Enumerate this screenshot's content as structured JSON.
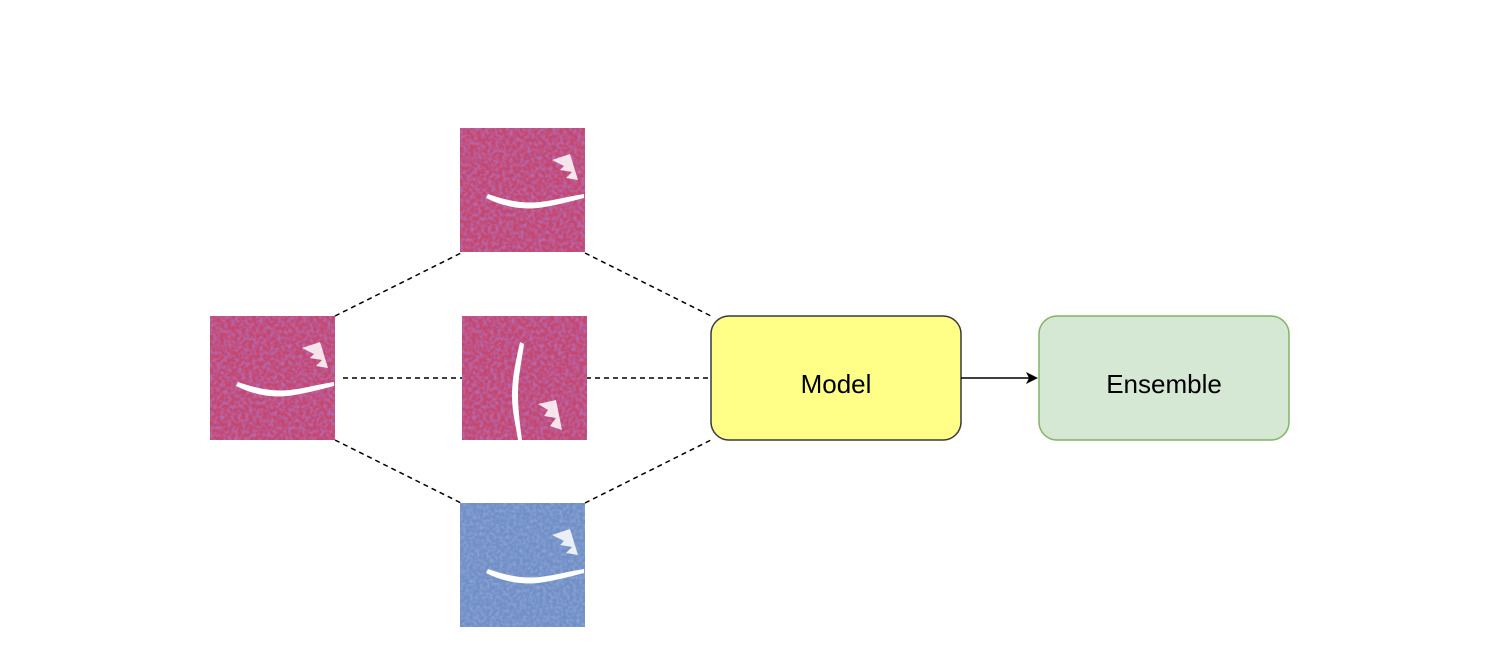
{
  "nodes": {
    "model": {
      "label": "Model",
      "fill": "#ffff88",
      "stroke": "#36393d"
    },
    "ensemble": {
      "label": "Ensemble",
      "fill": "#d5e8d4",
      "stroke": "#82b366"
    }
  },
  "tiles": [
    {
      "id": "original",
      "variant": "original",
      "stain": "red"
    },
    {
      "id": "augment-top",
      "variant": "duplicate",
      "stain": "red"
    },
    {
      "id": "augment-middle",
      "variant": "rotated",
      "stain": "red"
    },
    {
      "id": "augment-bottom",
      "variant": "recolored",
      "stain": "blue"
    }
  ],
  "colors": {
    "tissue_red": "#c4466e",
    "tissue_red_dark": "#7a3f8e",
    "tissue_blue": "#6f8fc6",
    "tissue_blue_dark": "#4d6aa8",
    "connector": "#000000"
  }
}
